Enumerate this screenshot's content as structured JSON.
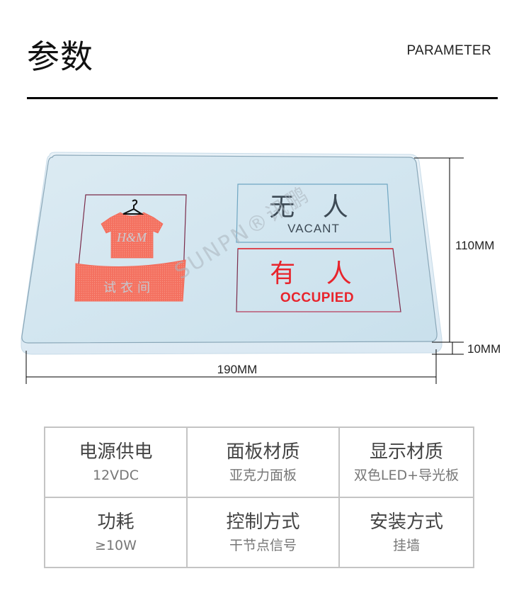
{
  "header": {
    "title_cn": "参数",
    "title_en": "PARAMETER"
  },
  "product": {
    "description": "Fitting room occupancy indicator panel",
    "icon_panel": {
      "logo_text": "H&M",
      "label": "试衣间"
    },
    "status_vacant": {
      "cn": "无 人",
      "en": "VACANT"
    },
    "status_occupied": {
      "cn": "有 人",
      "en": "OCCUPIED"
    },
    "watermark": "SUNPN®讯鹏",
    "dimensions": {
      "height": "110MM",
      "thickness": "10MM",
      "width": "190MM"
    },
    "colors": {
      "panel": "#d3e6f0",
      "panel_edge": "#e8f1f7",
      "led_red": "#f26a5a",
      "occupied_red": "#e8242c",
      "vacant_gray": "#3d4a55"
    }
  },
  "specs": {
    "rows": [
      [
        {
          "title": "电源供电",
          "value": "12VDC"
        },
        {
          "title": "面板材质",
          "value": "亚克力面板"
        },
        {
          "title": "显示材质",
          "value": "双色LED+导光板"
        }
      ],
      [
        {
          "title": "功耗",
          "value": "≥10W"
        },
        {
          "title": "控制方式",
          "value": "干节点信号"
        },
        {
          "title": "安装方式",
          "value": "挂墙"
        }
      ]
    ]
  }
}
